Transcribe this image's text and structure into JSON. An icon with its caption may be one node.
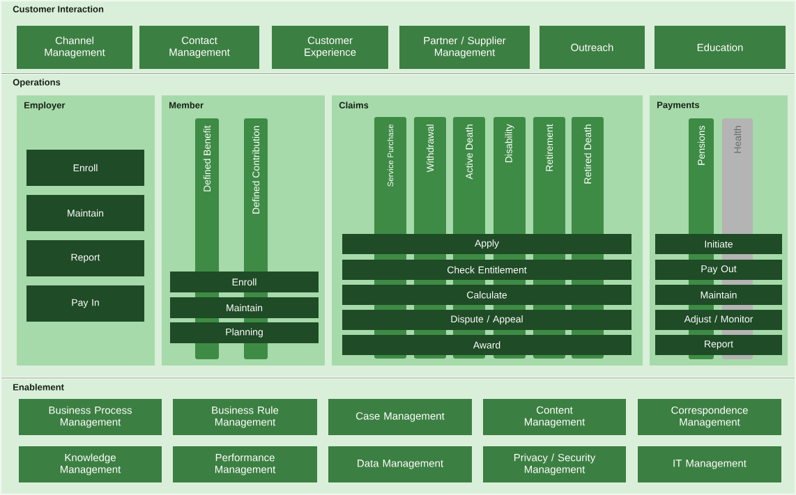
{
  "diagram": {
    "nodes": [
      {
        "text": [
          "Customer Interaction"
        ]
      },
      {
        "text": [
          "Channel Management"
        ],
        "in": 0
      },
      {
        "text": [
          "Contact Management"
        ],
        "in": 0
      },
      {
        "text": [
          "Customer Experience"
        ],
        "in": 0
      },
      {
        "text": [
          "Partner / Supplier Management"
        ],
        "in": 0
      },
      {
        "text": [
          "Outreach"
        ],
        "in": 0
      },
      {
        "text": [
          "Education"
        ],
        "in": 0
      },
      {
        "text": [
          "Operations"
        ]
      },
      {
        "text": [
          "Employer"
        ],
        "in": 7
      },
      {
        "text": [
          "Enroll"
        ],
        "in": 8
      },
      {
        "text": [
          "Maintain"
        ],
        "in": 8
      },
      {
        "text": [
          "Report"
        ],
        "in": 8
      },
      {
        "text": [
          "Pay In"
        ],
        "in": 8
      },
      {
        "text": [
          "Member"
        ],
        "in": 7
      },
      {
        "text": [
          "Defined Benefit"
        ],
        "in": 13
      },
      {
        "text": [
          "Defined Contribution"
        ],
        "in": 13
      },
      {
        "text": [
          "Enroll"
        ],
        "in": 13
      },
      {
        "text": [
          "Maintain"
        ],
        "in": 13
      },
      {
        "text": [
          "Planning"
        ],
        "in": 13
      },
      {
        "text": [
          "Claims"
        ],
        "in": 7
      },
      {
        "text": [
          "Service Purchase"
        ],
        "in": 19
      },
      {
        "text": [
          "Withdrawal"
        ],
        "in": 19
      },
      {
        "text": [
          "Active Death"
        ],
        "in": 19
      },
      {
        "text": [
          "Disability"
        ],
        "in": 19
      },
      {
        "text": [
          "Retirement"
        ],
        "in": 19
      },
      {
        "text": [
          "Retired Death"
        ],
        "in": 19
      },
      {
        "text": [
          "Apply"
        ],
        "in": 19
      },
      {
        "text": [
          "Check Entitlement"
        ],
        "in": 19
      },
      {
        "text": [
          "Calculate"
        ],
        "in": 19
      },
      {
        "text": [
          "Dispute / Appeal"
        ],
        "in": 19
      },
      {
        "text": [
          "Award"
        ],
        "in": 19
      },
      {
        "text": [
          "Payments"
        ],
        "in": 7
      },
      {
        "text": [
          "Pensions"
        ],
        "in": 31
      },
      {
        "text": [
          "Health"
        ],
        "in": 31
      },
      {
        "text": [
          "Initiate"
        ],
        "in": 31
      },
      {
        "text": [
          "Pay Out"
        ],
        "in": 31
      },
      {
        "text": [
          "Maintain"
        ],
        "in": 31
      },
      {
        "text": [
          "Adjust / Monitor"
        ],
        "in": 31
      },
      {
        "text": [
          "Report"
        ],
        "in": 31
      },
      {
        "text": [
          "Enablement"
        ]
      },
      {
        "text": [
          "Business Process Management"
        ],
        "in": 39
      },
      {
        "text": [
          "Business Rule Management"
        ],
        "in": 39
      },
      {
        "text": [
          "Case Management"
        ],
        "in": 39
      },
      {
        "text": [
          "Content Management"
        ],
        "in": 39
      },
      {
        "text": [
          "Correspondence Management"
        ],
        "in": 39
      },
      {
        "text": [
          "Knowledge Management"
        ],
        "in": 39
      },
      {
        "text": [
          "Performance Management"
        ],
        "in": 39
      },
      {
        "text": [
          "Data Management"
        ],
        "in": 39
      },
      {
        "text": [
          "Privacy / Security Management"
        ],
        "in": 39
      },
      {
        "text": [
          "IT Management"
        ],
        "in": 39
      }
    ]
  }
}
